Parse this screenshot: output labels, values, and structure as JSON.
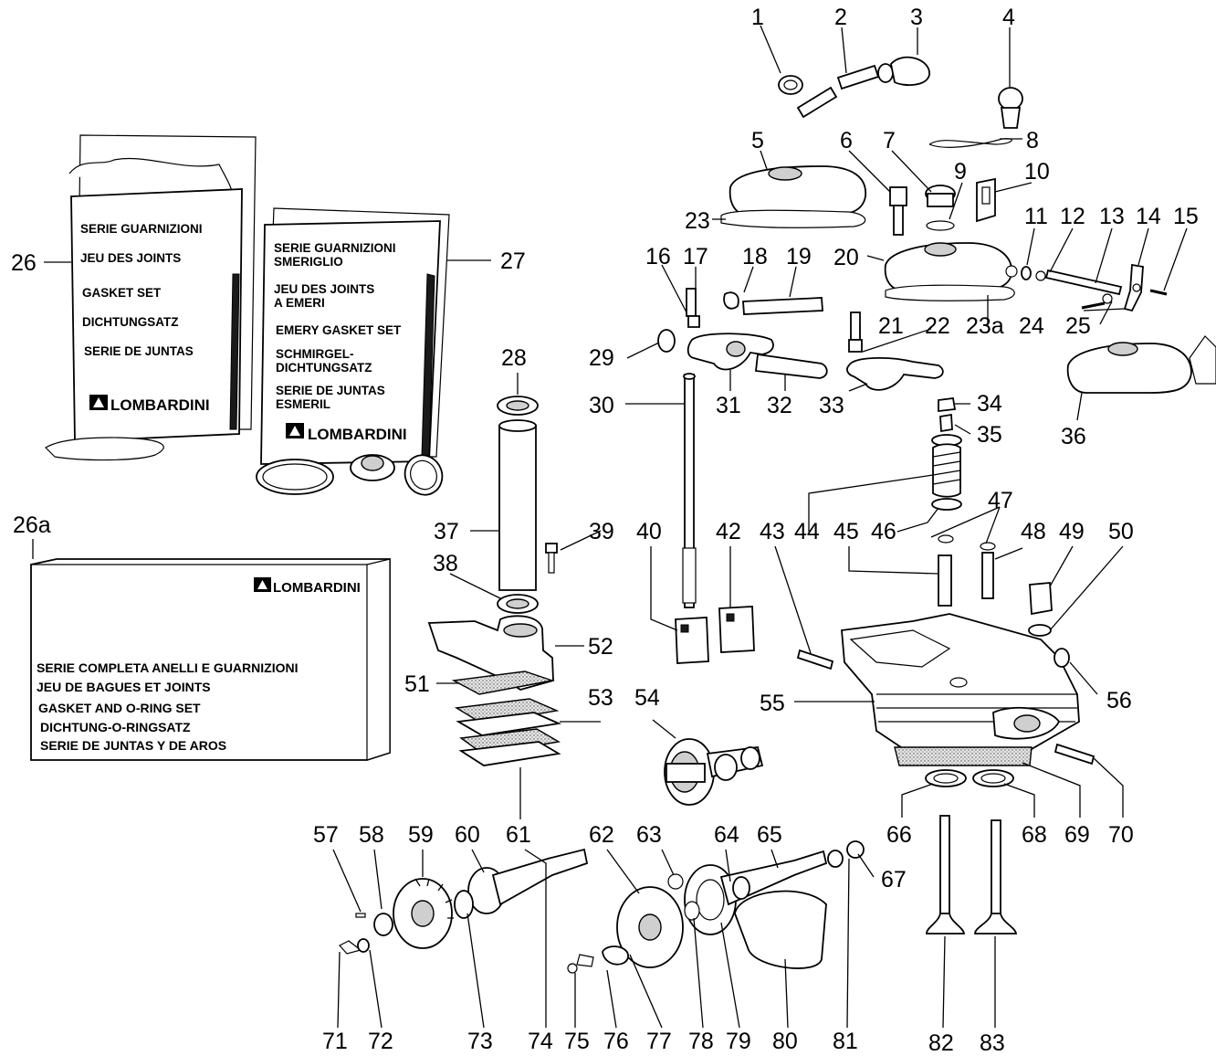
{
  "kits": {
    "kit26": {
      "lines": [
        "SERIE  GUARNIZIONI",
        "JEU  DES  JOINTS",
        "GASKET  SET",
        "DICHTUNGSATZ",
        "SERIE  DE  JUNTAS"
      ],
      "brand": "LOMBARDINI"
    },
    "kit27": {
      "lines": [
        "SERIE  GUARNIZIONI",
        "SMERIGLIO",
        "JEU  DES  JOINTS",
        "A EMERI",
        "EMERY GASKET SET",
        "SCHMIRGEL-",
        "DICHTUNGSATZ",
        "SERIE  DE  JUNTAS",
        "ESMERIL"
      ],
      "brand": "LOMBARDINI"
    },
    "kit26a": {
      "lines": [
        "SERIE COMPLETA ANELLI E GUARNIZIONI",
        "JEU DE BAGUES ET JOINTS",
        "GASKET AND O-RING SET",
        "DICHTUNG-O-RINGSATZ",
        "SERIE DE JUNTAS Y DE AROS"
      ],
      "brand": "LOMBARDINI"
    }
  },
  "callouts": [
    "1",
    "2",
    "3",
    "4",
    "5",
    "6",
    "7",
    "8",
    "9",
    "10",
    "11",
    "12",
    "13",
    "14",
    "15",
    "16",
    "17",
    "18",
    "19",
    "20",
    "21",
    "22",
    "23",
    "23a",
    "24",
    "25",
    "26",
    "26a",
    "27",
    "28",
    "29",
    "30",
    "31",
    "32",
    "33",
    "34",
    "35",
    "36",
    "37",
    "38",
    "39",
    "40",
    "42",
    "43",
    "44",
    "45",
    "46",
    "47",
    "48",
    "49",
    "50",
    "51",
    "52",
    "53",
    "54",
    "55",
    "56",
    "57",
    "58",
    "59",
    "60",
    "61",
    "62",
    "63",
    "64",
    "65",
    "66",
    "67",
    "68",
    "69",
    "70",
    "71",
    "72",
    "73",
    "74",
    "75",
    "76",
    "77",
    "78",
    "79",
    "80",
    "81",
    "82",
    "83"
  ]
}
